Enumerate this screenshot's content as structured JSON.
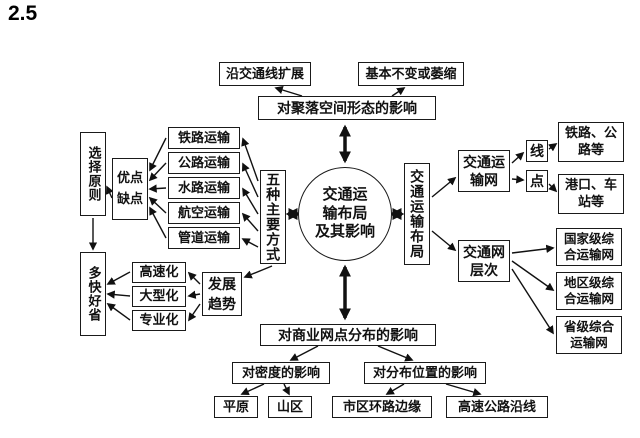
{
  "page_title": "2.5",
  "center": "交通运\n输布局\n及其影响",
  "settlement": {
    "impact": "对聚落空间形态的影响",
    "expand": "沿交通线扩展",
    "shrink": "基本不变或萎缩"
  },
  "modes": {
    "label": "五种主要方式",
    "items": [
      "铁路运输",
      "公路运输",
      "水路运输",
      "航空运输",
      "管道运输"
    ],
    "pros_cons": "优点缺点",
    "selection": "选择原则",
    "principle": "多快好省"
  },
  "trend": {
    "label": "发展趋势",
    "items": [
      "高速化",
      "大型化",
      "专业化"
    ]
  },
  "layout": {
    "label": "交通运输布局",
    "network": "交通运输网",
    "line": "线",
    "point": "点",
    "line_examples": "铁路、公路等",
    "point_examples": "港口、车站等",
    "levels_label": "交通网层次",
    "levels": [
      "国家级综合运输网",
      "地区级综合运输网",
      "省级综合运输网"
    ]
  },
  "commerce": {
    "impact": "对商业网点分布的影响",
    "density": "对密度的影响",
    "density_items": [
      "平原",
      "山区"
    ],
    "location": "对分布位置的影响",
    "location_items": [
      "市区环路边缘",
      "高速公路沿线"
    ]
  }
}
